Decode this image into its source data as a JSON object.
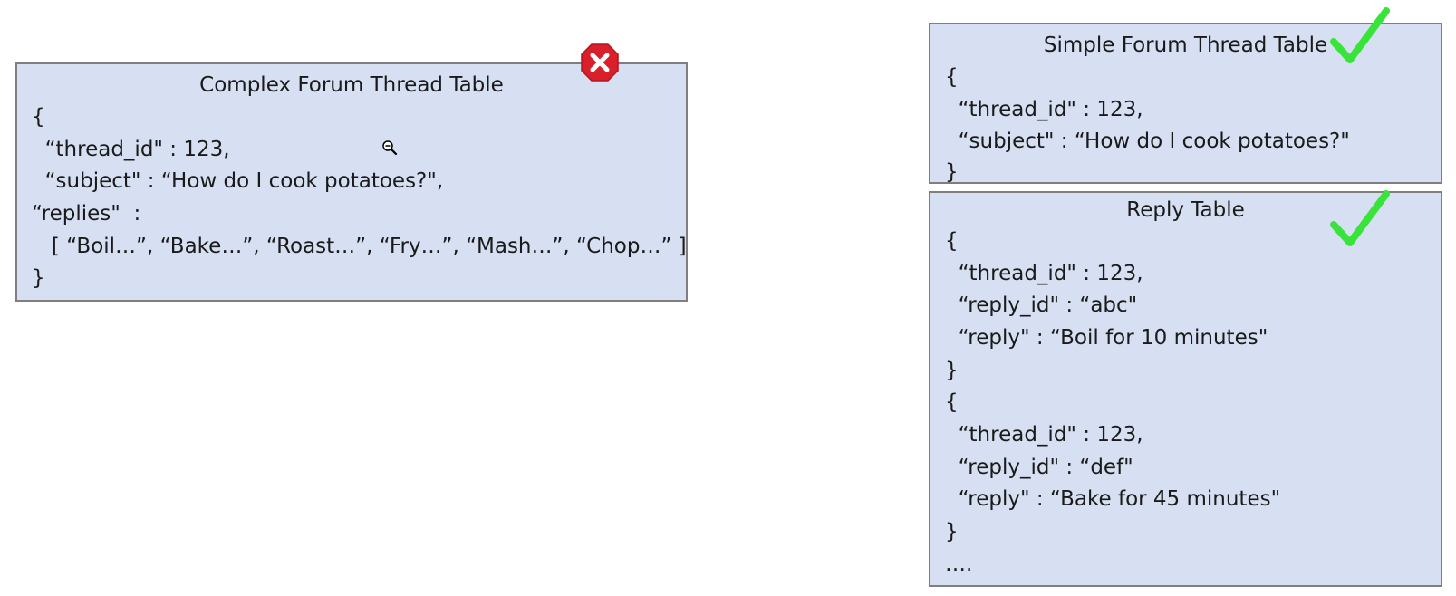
{
  "complex_table": {
    "title": "Complex Forum Thread Table",
    "lines": [
      "{",
      "  “thread_id\" : 123,",
      "  “subject\" : “How do I cook potatoes?\",",
      "“replies\"  :",
      "   [ “Boil…”, “Bake…”, “Roast…”, “Fry…”, “Mash…”, “Chop…” ]",
      "}"
    ],
    "status_icon": "error-x-icon",
    "status_color": "#d9202a"
  },
  "simple_table": {
    "title": "Simple Forum Thread Table",
    "lines": [
      "{",
      "  “thread_id\" : 123,",
      "  “subject\" : “How do I cook potatoes?\"",
      "}"
    ],
    "status_icon": "checkmark-icon",
    "status_color": "#39e43a"
  },
  "reply_table": {
    "title": "Reply Table",
    "lines": [
      "{",
      "  “thread_id\" : 123,",
      "  “reply_id\" : “abc\"",
      "  “reply\" : “Boil for 10 minutes\"",
      "}",
      "{",
      "  “thread_id\" : 123,",
      "  “reply_id\" : “def\"",
      "  “reply\" : “Bake for 45 minutes\"",
      "}",
      "…."
    ],
    "status_icon": "checkmark-icon",
    "status_color": "#39e43a"
  },
  "panel_fill": "#d6e0f2",
  "panel_border": "#7f7f7f",
  "cursor_icon": "zoom-out-cursor-icon"
}
